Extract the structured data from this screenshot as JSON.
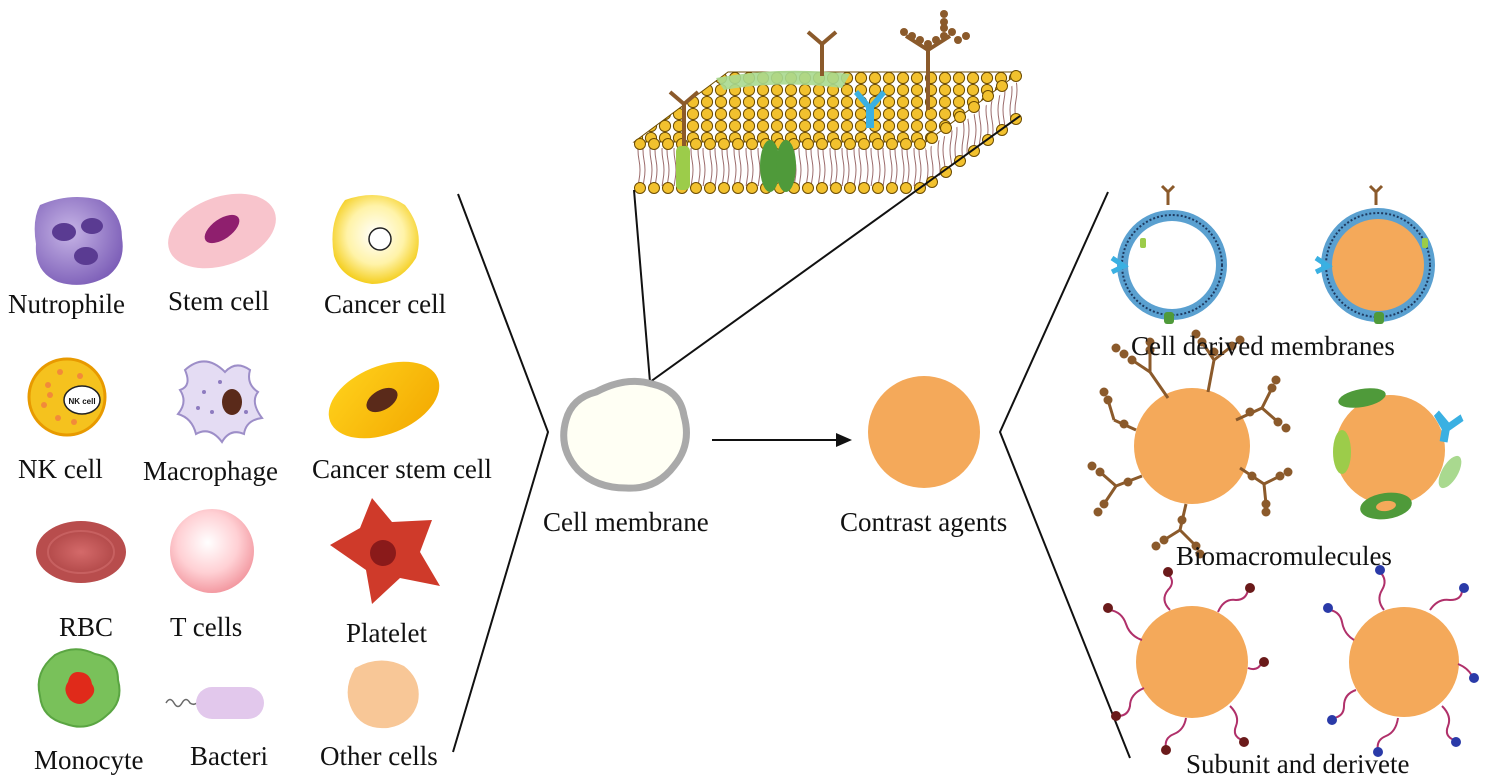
{
  "cells": {
    "nutrophile": "Nutrophile",
    "stem": "Stem cell",
    "cancer": "Cancer cell",
    "nk": "NK cell",
    "nk_inner": "NK cell",
    "macrophage": "Macrophage",
    "cancer_stem": "Cancer stem cell",
    "rbc": "RBC",
    "tcells": "T cells",
    "platelet": "Platelet",
    "monocyte": "Monocyte",
    "bacteri": "Bacteri",
    "other": "Other cells"
  },
  "center": {
    "membrane": "Cell membrane",
    "contrast": "Contrast agents"
  },
  "right": {
    "derived": "Cell derived membranes",
    "bio": "Biomacromulecules",
    "subunit": "Subunit and derivete"
  },
  "colors": {
    "lipid_head": "#f2c12e",
    "nanoparticle": "#f4a95a",
    "membrane_outline": "#a9a9a9",
    "receptor_brown": "#8b5a2b",
    "receptor_blue": "#3ab0e2",
    "protein_green": "#4f9a3a",
    "light_green": "#9ccc4a"
  }
}
